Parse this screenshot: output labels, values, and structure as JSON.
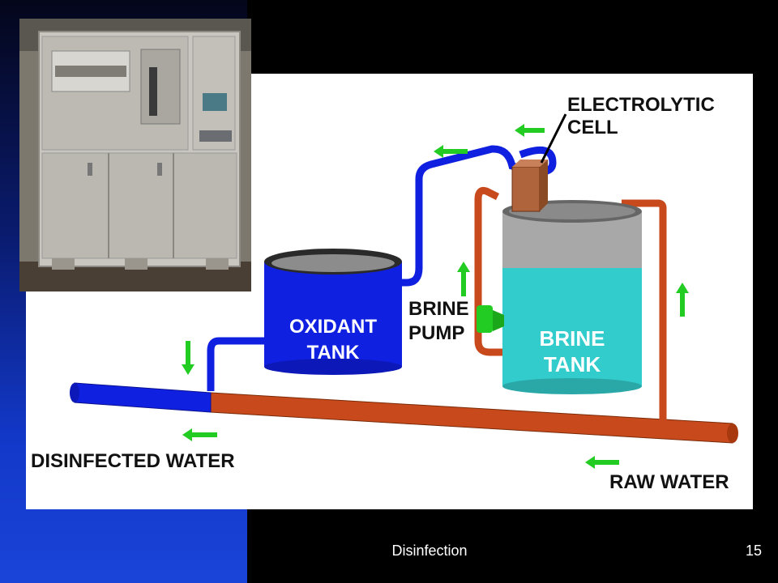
{
  "footer": {
    "title": "Disinfection",
    "slide_number": "15"
  },
  "diagram": {
    "labels": {
      "electrolytic_line1": "ELECTROLYTIC",
      "electrolytic_line2": "CELL",
      "oxidant_line1": "OXIDANT",
      "oxidant_line2": "TANK",
      "brine_pump_line1": "BRINE",
      "brine_pump_line2": "PUMP",
      "brine_tank_line1": "BRINE",
      "brine_tank_line2": "TANK",
      "disinfected_water": "DISINFECTED WATER",
      "raw_water": "RAW WATER"
    },
    "colors": {
      "treated_pipe": "#1020e0",
      "raw_pipe": "#c84a1c",
      "arrow": "#22cc22",
      "brine_tank": "#33cccc",
      "tank_lid": "#aaaaaa"
    }
  }
}
